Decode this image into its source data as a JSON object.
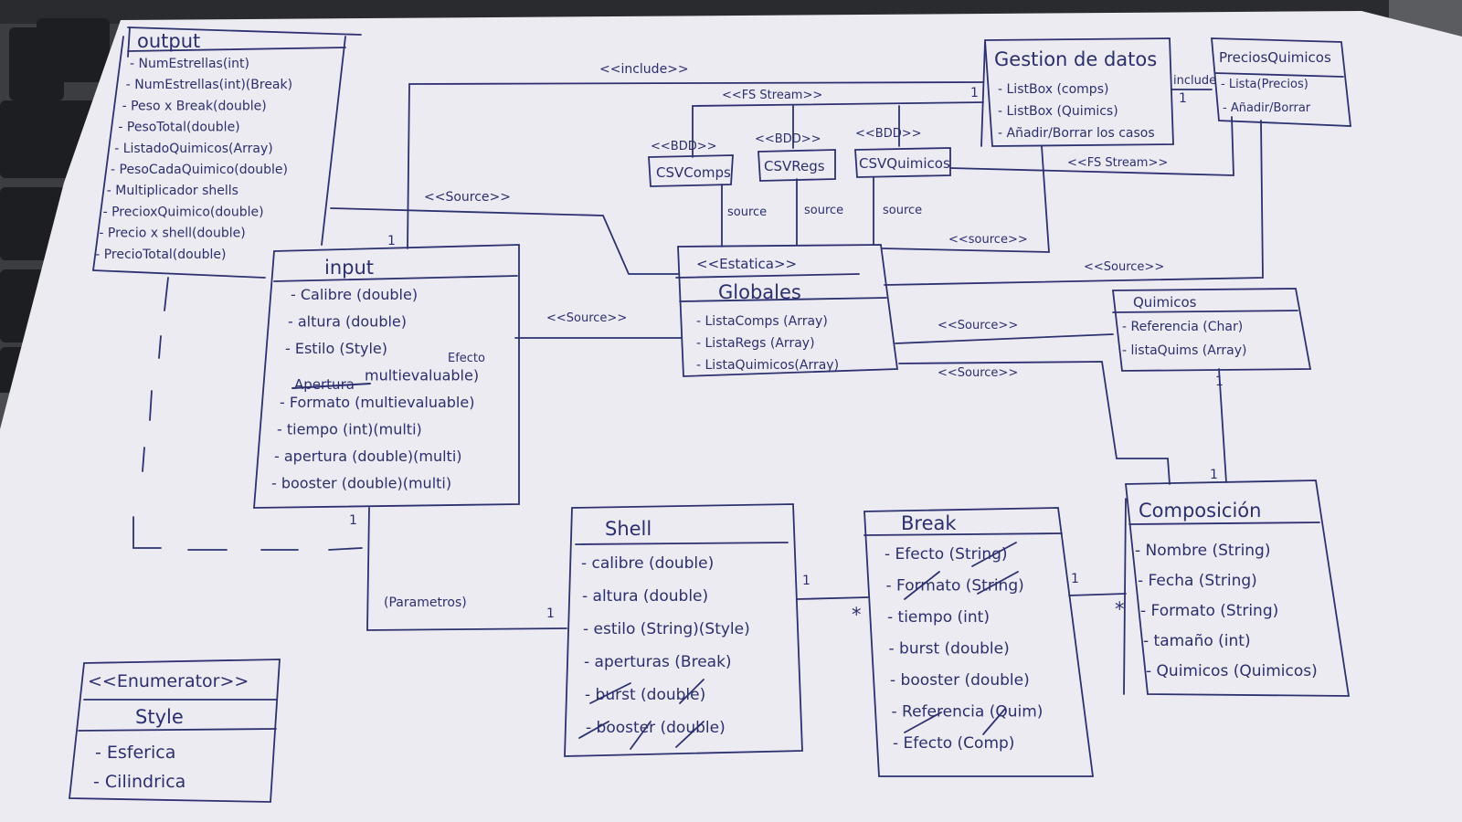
{
  "classes": {
    "output": {
      "title": "output",
      "attrs": [
        "- NumEstrellas(int)",
        "- NumEstrellas(int)(Break)",
        "- Peso x Break(double)",
        "- PesoTotal(double)",
        "- ListadoQuimicos(Array)",
        "- PesoCadaQuimico(double)",
        "- Multiplicador shells",
        "- PrecioxQuimico(double)",
        "- Precio x shell(double)",
        "- PrecioTotal(double)"
      ]
    },
    "input": {
      "title": "input",
      "attrs": [
        "- Calibre (double)",
        "- altura (double)",
        "- Estilo (Style)",
        "- multievaluable)",
        "- Formato (multievaluable)",
        "- tiempo (int)(multi)",
        "- apertura (double)(multi)",
        "- booster (double)(multi)"
      ],
      "annotation": "Efecto",
      "struck": "Apertura"
    },
    "gestion": {
      "title": "Gestion de datos",
      "attrs": [
        "- ListBox (comps)",
        "- ListBox (Quimics)",
        "- Añadir/Borrar los casos"
      ]
    },
    "precios": {
      "title": "PreciosQuimicos",
      "attrs": [
        "- Lista(Precios)",
        "- Añadir/Borrar"
      ]
    },
    "globales": {
      "stereotype": "<<Estatica>>",
      "title": "Globales",
      "attrs": [
        "- ListaComps (Array)",
        "- ListaRegs (Array)",
        "- ListaQuimicos(Array)"
      ]
    },
    "quimicos": {
      "title": "Quimicos",
      "attrs": [
        "- Referencia (Char)",
        "- listaQuims (Array)"
      ]
    },
    "shell": {
      "title": "Shell",
      "attrs": [
        "- calibre (double)",
        "- altura (double)",
        "- estilo (String)(Style)",
        "- aperturas (Break)",
        "- burst (double)",
        "- booster (double)"
      ]
    },
    "break": {
      "title": "Break",
      "attrs": [
        "- Efecto (String)",
        "- Formato (String)",
        "- tiempo (int)",
        "- burst (double)",
        "- booster (double)",
        "- Referencia (Quim)",
        "- Efecto (Comp)"
      ]
    },
    "composicion": {
      "title": "Composición",
      "attrs": [
        "- Nombre (String)",
        "- Fecha (String)",
        "- Formato (String)",
        "- tamaño (int)",
        "- Quimicos (Quimicos)"
      ]
    },
    "style": {
      "stereotype": "<<Enumerator>>",
      "title": "Style",
      "values": [
        "- Esferica",
        "- Cilindrica"
      ]
    }
  },
  "csv": {
    "comps": {
      "stereotype": "<<BDD>>",
      "name": "CSVComps"
    },
    "regs": {
      "stereotype": "<<BDD>>",
      "name": "CSVRegs"
    },
    "quimicos": {
      "stereotype": "<<BDD>>",
      "name": "CSVQuimicos"
    }
  },
  "relations": {
    "include_top": "<<include>>",
    "include_side": "include",
    "fsstream_top": "<<FS Stream>>",
    "fsstream_right": "<<FS Stream>>",
    "source_output": "<<Source>>",
    "source_input": "<<Source>>",
    "source_gd": "<<source>>",
    "source_precios": "<<Source>>",
    "source_quim1": "<<Source>>",
    "source_quim2": "<<Source>>",
    "src_comps": "source",
    "src_regs": "source",
    "src_quims": "source",
    "parametros": "(Parametros)"
  },
  "multiplicities": {
    "one": "1",
    "many": "*"
  },
  "colors": {
    "ink": "#2d3170",
    "paper": "#ecebf2"
  }
}
